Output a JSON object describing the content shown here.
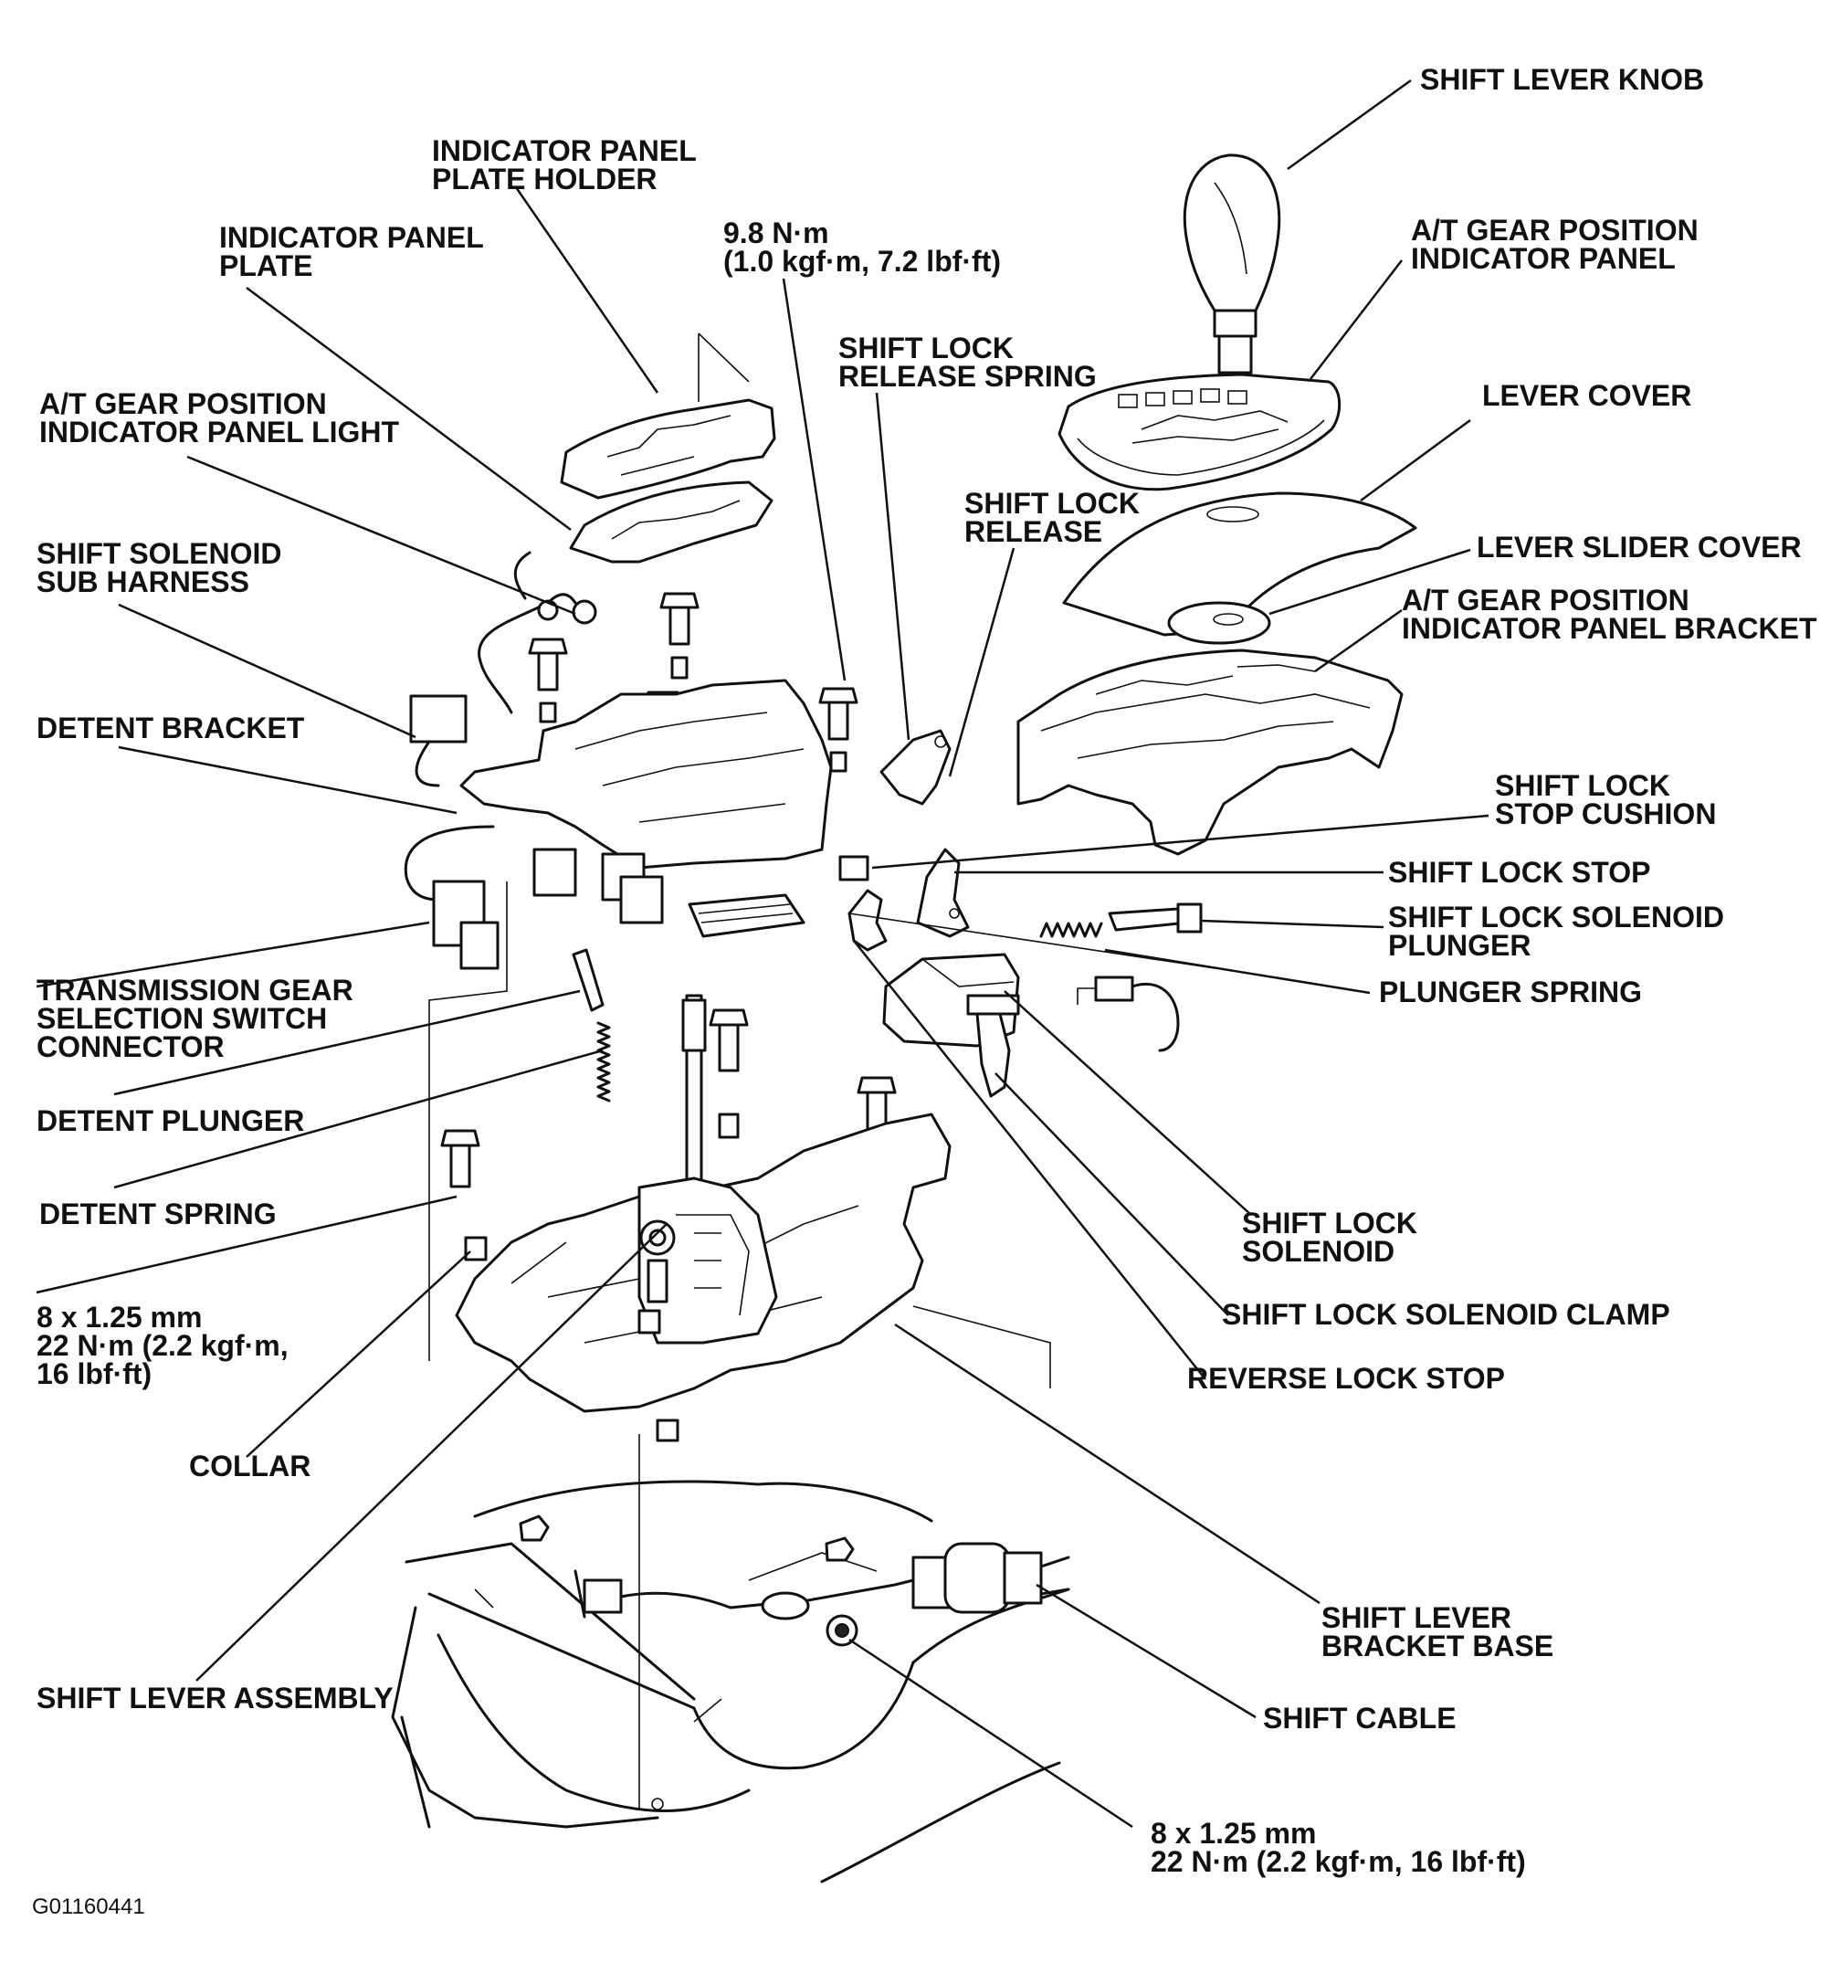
{
  "labels": {
    "shift_lever_knob": [
      "SHIFT LEVER KNOB"
    ],
    "indicator_panel_plate_holder": [
      "INDICATOR PANEL",
      "PLATE HOLDER"
    ],
    "indicator_panel_plate": [
      "INDICATOR PANEL",
      "PLATE"
    ],
    "torque_top": [
      "9.8 N·m",
      "(1.0 kgf·m, 7.2 lbf·ft)"
    ],
    "at_gear_position_indicator_panel": [
      "A/T GEAR POSITION",
      "INDICATOR PANEL"
    ],
    "shift_lock_release_spring": [
      "SHIFT LOCK",
      "RELEASE SPRING"
    ],
    "lever_cover": [
      "LEVER COVER"
    ],
    "at_gear_position_indicator_panel_light": [
      "A/T GEAR POSITION",
      "INDICATOR PANEL LIGHT"
    ],
    "shift_lock_release": [
      "SHIFT LOCK",
      "RELEASE"
    ],
    "lever_slider_cover": [
      "LEVER SLIDER COVER"
    ],
    "shift_solenoid_sub_harness": [
      "SHIFT SOLENOID",
      "SUB HARNESS"
    ],
    "at_gear_position_indicator_panel_bracket": [
      "A/T GEAR POSITION",
      "INDICATOR PANEL BRACKET"
    ],
    "detent_bracket": [
      "DETENT BRACKET"
    ],
    "shift_lock_stop_cushion": [
      "SHIFT LOCK",
      "STOP CUSHION"
    ],
    "shift_lock_stop": [
      "SHIFT LOCK STOP"
    ],
    "shift_lock_solenoid_plunger": [
      "SHIFT LOCK SOLENOID",
      "PLUNGER"
    ],
    "transmission_gear_selection_switch_connector": [
      "TRANSMISSION GEAR",
      "SELECTION SWITCH",
      "CONNECTOR"
    ],
    "plunger_spring": [
      "PLUNGER SPRING"
    ],
    "detent_plunger": [
      "DETENT PLUNGER"
    ],
    "detent_spring": [
      "DETENT SPRING"
    ],
    "shift_lock_solenoid": [
      "SHIFT LOCK",
      "SOLENOID"
    ],
    "bolt_spec_left": [
      "8 x 1.25 mm",
      "22 N·m (2.2 kgf·m,",
      "16 lbf·ft)"
    ],
    "shift_lock_solenoid_clamp": [
      "SHIFT LOCK SOLENOID CLAMP"
    ],
    "reverse_lock_stop": [
      "REVERSE LOCK STOP"
    ],
    "collar": [
      "COLLAR"
    ],
    "shift_lever_bracket_base": [
      "SHIFT LEVER",
      "BRACKET BASE"
    ],
    "shift_lever_assembly": [
      "SHIFT LEVER ASSEMBLY"
    ],
    "shift_cable": [
      "SHIFT CABLE"
    ],
    "bolt_spec_bottom": [
      "8 x 1.25 mm",
      "22 N·m (2.2 kgf·m, 16 lbf·ft)"
    ],
    "figure_code": [
      "G01160441"
    ]
  },
  "colors": {
    "ink": "#111111",
    "background": "#ffffff"
  }
}
